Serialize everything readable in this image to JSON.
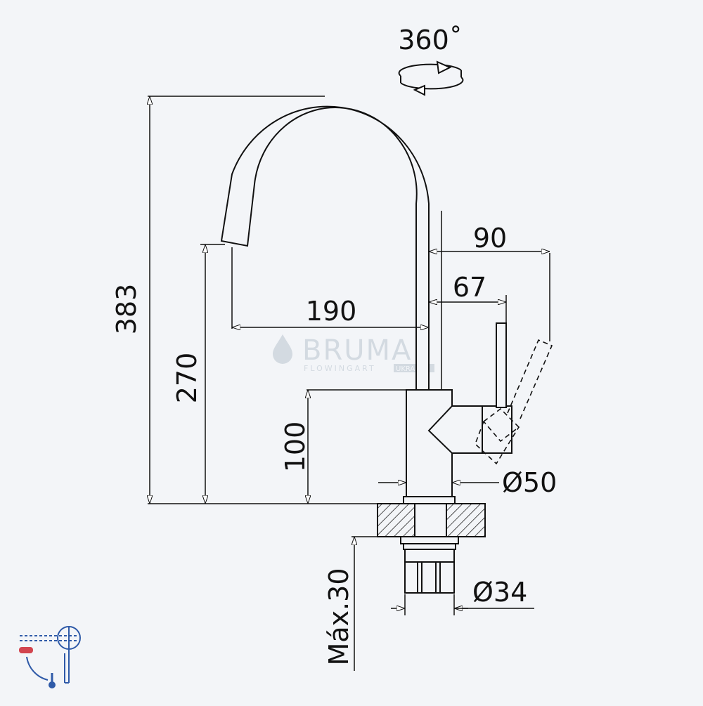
{
  "rotation": {
    "label": "360˚"
  },
  "dimensions": {
    "total_height": "383",
    "spout_height": "270",
    "spout_reach": "190",
    "body_height": "100",
    "handle_reach_open": "90",
    "handle_reach": "67",
    "body_diameter": "Ø50",
    "shank_diameter": "Ø34",
    "max_deck_thickness": "Máx.30"
  },
  "watermark": {
    "brand": "BRUMA",
    "tagline": "FLOWINGART",
    "tag_suffix": "UKRAINE"
  },
  "legend": {
    "icon": "single-lever-hot-cold-icon"
  }
}
